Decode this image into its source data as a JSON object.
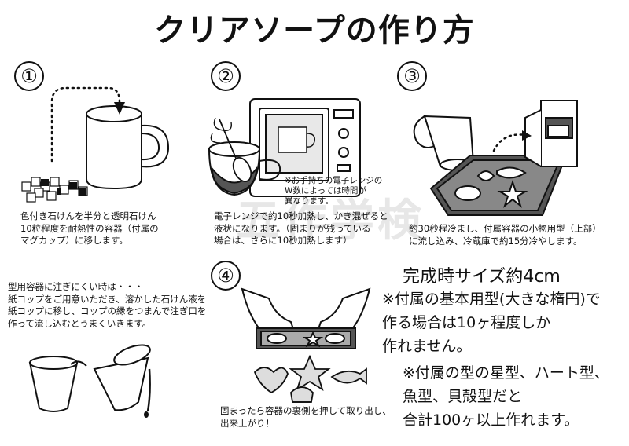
{
  "title": "クリアソープの作り方",
  "steps": [
    {
      "number": "①",
      "text": "色付き石けんを半分と透明石けん\n10粒程度を耐熱性の容器（付属の\nマグカップ）に移します。"
    },
    {
      "number": "②",
      "text": "電子レンジで約10秒加熱し、かき混ぜると\n液状になります。（固まりが残っている\n場合は、さらに10秒加熱します）",
      "note": "※お手持ちの電子レンジの\nW数によっては時間が\n異なります。"
    },
    {
      "number": "③",
      "text": "約30秒程冷まし、付属容器の小物用型（上部）\nに流し込み、冷蔵庫で約15分冷やします。"
    },
    {
      "number": "④",
      "text": "固まったら容器の裏側を押して取り出し、\n出来上がり！"
    }
  ],
  "tip": "型用容器に注ぎにくい時は・・・\n紙コップをご用意いただき、溶かした石けん液を\n紙コップに移し、コップの縁をつまんで注ぎ口を\n作って流し込むとうまくいきます。",
  "size_text": "完成時サイズ約4cm",
  "condition_1": "※付属の基本用型(大きな楕円)で\n作る場合は10ヶ程度しか\n作れません。",
  "condition_2": "※付属の型の星型、ハート型、\n魚型、貝殻型だと\n合計100ヶ以上作れます。",
  "watermark": "五作学検"
}
